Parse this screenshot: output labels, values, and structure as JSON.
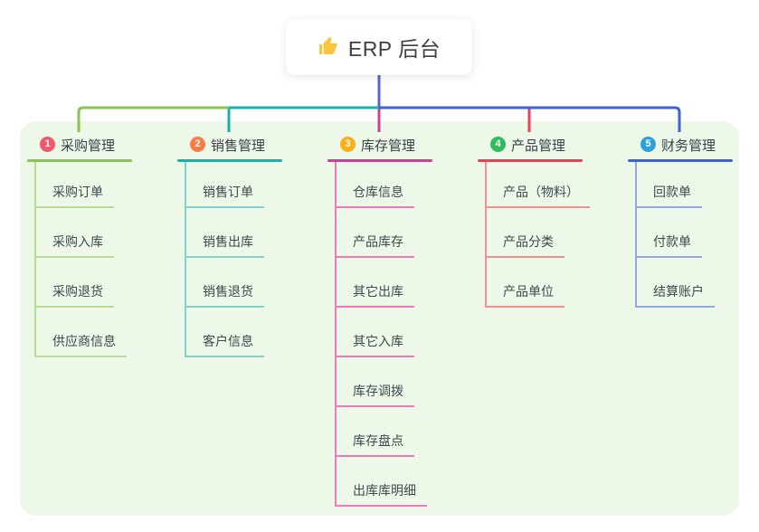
{
  "root": {
    "label": "ERP 后台",
    "icon": "thumbs-up-icon",
    "icon_color": "#f8c63c"
  },
  "canvas": {
    "panel_color": "#edf8e9",
    "background": "#ffffff",
    "root_line_color": "#5565d2"
  },
  "branches": [
    {
      "num": "1",
      "label": "采购管理",
      "badge_color": "#f4566c",
      "line_color": "#8cc153",
      "child_line_color": "#b7dc92",
      "children": [
        "采购订单",
        "采购入库",
        "采购退货",
        "供应商信息"
      ]
    },
    {
      "num": "2",
      "label": "销售管理",
      "badge_color": "#f97c47",
      "line_color": "#17b3a6",
      "child_line_color": "#7ed3cb",
      "children": [
        "销售订单",
        "销售出库",
        "销售退货",
        "客户信息"
      ]
    },
    {
      "num": "3",
      "label": "库存管理",
      "badge_color": "#fbb017",
      "line_color": "#cc3e9a",
      "child_line_color": "#f07ab9",
      "children": [
        "仓库信息",
        "产品库存",
        "其它出库",
        "其它入库",
        "库存调拨",
        "库存盘点",
        "出库库明细"
      ]
    },
    {
      "num": "4",
      "label": "产品管理",
      "badge_color": "#2ebd5b",
      "line_color": "#e94054",
      "child_line_color": "#f2928f",
      "children": [
        "产品（物料）",
        "产品分类",
        "产品单位"
      ]
    },
    {
      "num": "5",
      "label": "财务管理",
      "badge_color": "#2ba3da",
      "line_color": "#3f62d6",
      "child_line_color": "#93a7e6",
      "children": [
        "回款单",
        "付款单",
        "结算账户"
      ]
    }
  ]
}
